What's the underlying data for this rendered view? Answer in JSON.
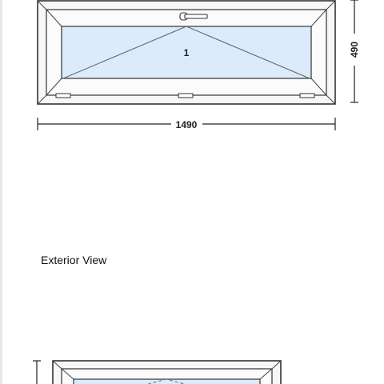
{
  "drawing": {
    "sash_number": "1",
    "width_dimension": "1490",
    "height_dimension": "490",
    "view_label": "Exterior View"
  },
  "colors": {
    "frame_fill": "#f7f7f7",
    "frame_stroke": "#333333",
    "glass_fill": "#dcebfb",
    "opening_line": "#6a6a6a",
    "dimension_line": "#222222"
  }
}
